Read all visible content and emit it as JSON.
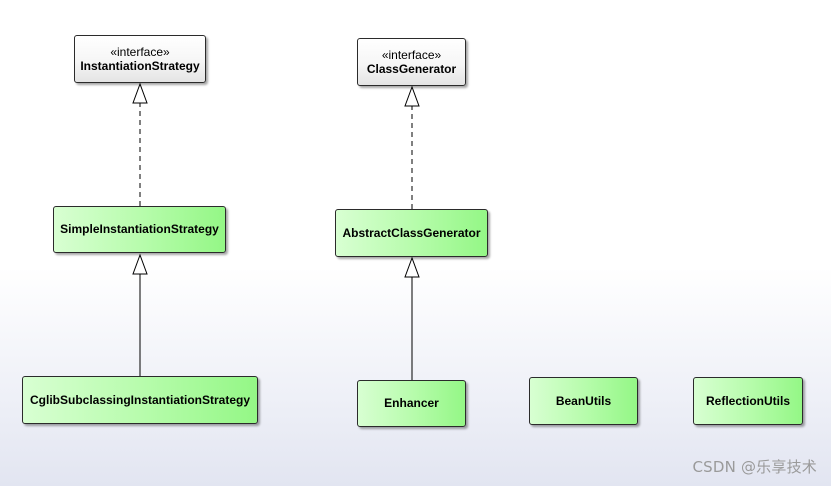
{
  "interfaces": {
    "instantiation_strategy": {
      "stereotype": "«interface»",
      "name": "InstantiationStrategy"
    },
    "class_generator": {
      "stereotype": "«interface»",
      "name": "ClassGenerator"
    }
  },
  "classes": {
    "simple_instantiation_strategy": "SimpleInstantiationStrategy",
    "abstract_class_generator": "AbstractClassGenerator",
    "cglib_subclassing_instantiation_strategy": "CglibSubclassingInstantiationStrategy",
    "enhancer": "Enhancer",
    "bean_utils": "BeanUtils",
    "reflection_utils": "ReflectionUtils"
  },
  "relationships": [
    {
      "from": "SimpleInstantiationStrategy",
      "to": "InstantiationStrategy",
      "type": "realization"
    },
    {
      "from": "AbstractClassGenerator",
      "to": "ClassGenerator",
      "type": "realization"
    },
    {
      "from": "CglibSubclassingInstantiationStrategy",
      "to": "SimpleInstantiationStrategy",
      "type": "generalization"
    },
    {
      "from": "Enhancer",
      "to": "AbstractClassGenerator",
      "type": "generalization"
    }
  ],
  "watermark": "CSDN @乐享技术",
  "colors": {
    "class_fill": "#b8fcad",
    "interface_fill": "#f6f6f6",
    "border": "#2b2b2b"
  }
}
